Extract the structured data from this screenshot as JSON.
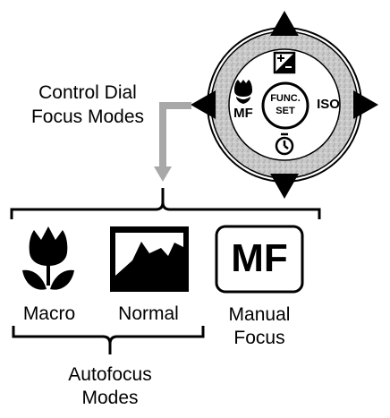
{
  "dial": {
    "func_line1": "FUNC.",
    "func_line2": "SET",
    "left_text": "MF",
    "right_text": "ISO",
    "icons": [
      "arrow-up-icon",
      "arrow-down-icon",
      "arrow-left-icon",
      "arrow-right-icon",
      "exposure-compensation-icon",
      "macro-flower-icon",
      "self-timer-icon"
    ]
  },
  "callout": {
    "line1": "Control Dial",
    "line2": "Focus Modes"
  },
  "modes": [
    {
      "icon": "macro-flower-icon",
      "label": "Macro"
    },
    {
      "icon": "mountain-landscape-icon",
      "label": "Normal"
    },
    {
      "icon": "mf-box-icon",
      "icon_text": "MF",
      "label_line1": "Manual",
      "label_line2": "Focus"
    }
  ],
  "group": {
    "line1": "Autofocus",
    "line2": "Modes"
  },
  "colors": {
    "ring": "#c8c8c8",
    "ink": "#000000",
    "callout_arrow": "#a8a8a8"
  }
}
